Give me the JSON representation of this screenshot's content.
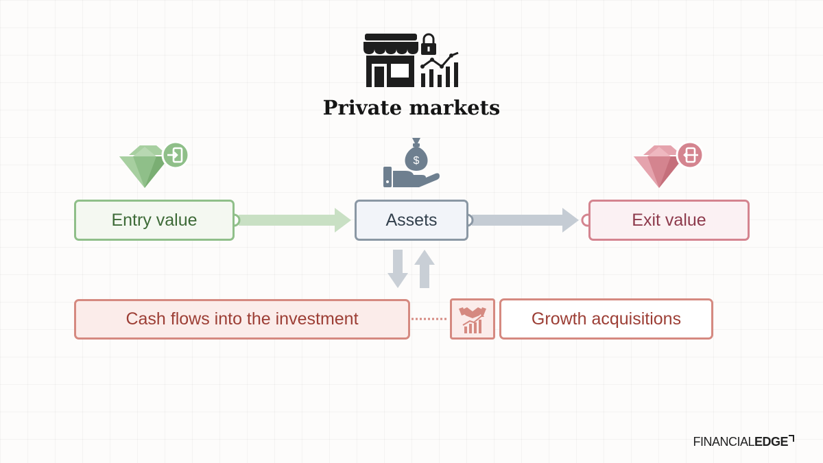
{
  "title": "Private markets",
  "nodes": {
    "entry": "Entry value",
    "assets": "Assets",
    "exit": "Exit value",
    "cash_flows": "Cash flows into the investment",
    "growth": "Growth acquisitions"
  },
  "brand": {
    "part1": "FINANCIAL",
    "part2": "EDGE"
  },
  "icons": {
    "header": "storefront-lock-chart-icon",
    "entry": "green-diamond-enter-icon",
    "assets": "hand-money-bag-icon",
    "exit": "pink-diamond-exit-icon",
    "growth": "handshake-bar-chart-icon"
  },
  "colors": {
    "entry_green": "#8fbf89",
    "assets_gray": "#8a97a4",
    "exit_pink": "#d4848f",
    "cash_red": "#d58980",
    "title_black": "#151515"
  }
}
